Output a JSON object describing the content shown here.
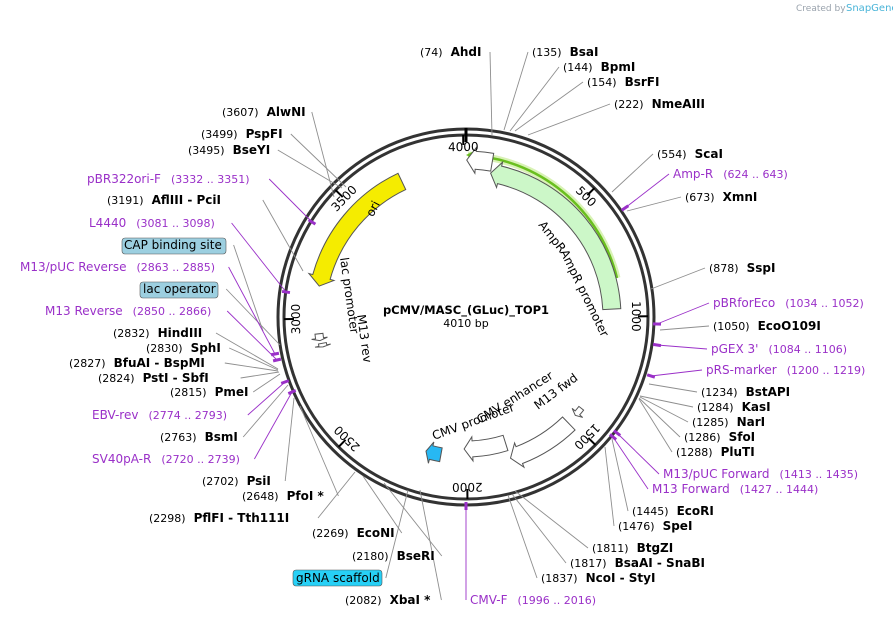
{
  "plasmid": {
    "name": "pCMV/MASC_(GLuc)_TOP1",
    "size_label": "4010 bp",
    "length": 4010
  },
  "credit": {
    "prefix": "Created by",
    "brand": "SnapGene"
  },
  "ticks": [
    "500",
    "1000",
    "1500",
    "2000",
    "2500",
    "3000",
    "3500",
    "4000"
  ],
  "features": [
    {
      "id": "ampr-promoter",
      "name": "AmpR promoter",
      "start": 3,
      "end": 107,
      "dir": "-1",
      "color": "#ffffff"
    },
    {
      "id": "ampr",
      "name": "AmpR",
      "start": 108,
      "end": 968,
      "dir": "-1",
      "color": "#ccf7c8"
    },
    {
      "id": "ori",
      "name": "ori",
      "start": 3140,
      "end": 3728,
      "dir": "-1",
      "color": "#f5ec00"
    },
    {
      "id": "lac-promoter",
      "name": "lac promoter",
      "start": 2905,
      "end": 2935,
      "dir": "-1",
      "color": "#ffffff"
    },
    {
      "id": "m13-rev",
      "name": "M13 rev",
      "start": 2876,
      "end": 2892,
      "dir": "-1",
      "color": "#ffffff"
    },
    {
      "id": "m13-fwd",
      "name": "M13 fwd",
      "start": 1430,
      "end": 1470,
      "dir": "1",
      "color": "#ffffff"
    },
    {
      "id": "cmv-enhancer",
      "name": "CMV enhancer",
      "start": 1515,
      "end": 1810,
      "dir": "1",
      "color": "#ffffff"
    },
    {
      "id": "cmv-promoter",
      "name": "CMV promoter",
      "start": 1811,
      "end": 2014,
      "dir": "1",
      "color": "#ffffff"
    },
    {
      "id": "grna-scaffold",
      "name": "gRNA scaffold",
      "start": 2120,
      "end": 2190,
      "dir": "1",
      "color": "#27b8f3"
    }
  ],
  "labels": [
    {
      "pos": "(74)",
      "name": "AhdI"
    },
    {
      "pos": "(135)",
      "name": "BsaI"
    },
    {
      "pos": "(144)",
      "name": "BpmI"
    },
    {
      "pos": "(154)",
      "name": "BsrFI"
    },
    {
      "pos": "(222)",
      "name": "NmeAIII"
    },
    {
      "pos": "(554)",
      "name": "ScaI"
    },
    {
      "pos": "(624 .. 643)",
      "name": "Amp-R"
    },
    {
      "pos": "(673)",
      "name": "XmnI"
    },
    {
      "pos": "(878)",
      "name": "SspI"
    },
    {
      "pos": "(1034 .. 1052)",
      "name": "pBRforEco"
    },
    {
      "pos": "(1050)",
      "name": "EcoO109I"
    },
    {
      "pos": "(1084 .. 1106)",
      "name": "pGEX 3'"
    },
    {
      "pos": "(1200 .. 1219)",
      "name": "pRS-marker"
    },
    {
      "pos": "(1234)",
      "name": "BstAPI"
    },
    {
      "pos": "(1284)",
      "name": "KasI"
    },
    {
      "pos": "(1285)",
      "name": "NarI"
    },
    {
      "pos": "(1286)",
      "name": "SfoI"
    },
    {
      "pos": "(1288)",
      "name": "PluTI"
    },
    {
      "pos": "(1413 .. 1435)",
      "name": "M13/pUC Forward"
    },
    {
      "pos": "(1427 .. 1444)",
      "name": "M13 Forward"
    },
    {
      "pos": "(1445)",
      "name": "EcoRI"
    },
    {
      "pos": "(1476)",
      "name": "SpeI"
    },
    {
      "pos": "(1811)",
      "name": "BtgZI"
    },
    {
      "pos": "(1817)",
      "name": "BsaAI  -  SnaBI"
    },
    {
      "pos": "(1837)",
      "name": "NcoI  -  StyI"
    },
    {
      "pos": "(1996 .. 2016)",
      "name": "CMV-F"
    },
    {
      "pos": "(2082)",
      "name": "XbaI *"
    },
    {
      "pos": "",
      "name": "gRNA scaffold"
    },
    {
      "pos": "(2180)",
      "name": "BseRI"
    },
    {
      "pos": "(2269)",
      "name": "EcoNI"
    },
    {
      "pos": "(2298)",
      "name": "PflFI  -  Tth111I"
    },
    {
      "pos": "(2648)",
      "name": "PfoI *"
    },
    {
      "pos": "(2702)",
      "name": "PsiI"
    },
    {
      "pos": "(2720 .. 2739)",
      "name": "SV40pA-R"
    },
    {
      "pos": "(2763)",
      "name": "BsmI"
    },
    {
      "pos": "(2774 .. 2793)",
      "name": "EBV-rev"
    },
    {
      "pos": "(2815)",
      "name": "PmeI"
    },
    {
      "pos": "(2824)",
      "name": "PstI  -  SbfI"
    },
    {
      "pos": "(2827)",
      "name": "BfuAI  -  BspMI"
    },
    {
      "pos": "(2830)",
      "name": "SphI"
    },
    {
      "pos": "(2832)",
      "name": "HindIII"
    },
    {
      "pos": "(2850 .. 2866)",
      "name": "M13 Reverse"
    },
    {
      "pos": "",
      "name": "lac operator"
    },
    {
      "pos": "(2863 .. 2885)",
      "name": "M13/pUC Reverse"
    },
    {
      "pos": "",
      "name": "CAP binding site"
    },
    {
      "pos": "(3081 .. 3098)",
      "name": "L4440"
    },
    {
      "pos": "(3191)",
      "name": "AflIII  -  PciI"
    },
    {
      "pos": "(3332 .. 3351)",
      "name": "pBR322ori-F"
    },
    {
      "pos": "(3495)",
      "name": "BseYI"
    },
    {
      "pos": "(3499)",
      "name": "PspFI"
    },
    {
      "pos": "(3607)",
      "name": "AlwNI"
    }
  ],
  "colors": {
    "backbone": "#333333",
    "enzyme_text": "#000000",
    "primer_text": "#9a30c8",
    "highlight_arc": "#6abf1f",
    "box_blue": "#9ccfe0",
    "box_cyan": "#27d0f6"
  }
}
